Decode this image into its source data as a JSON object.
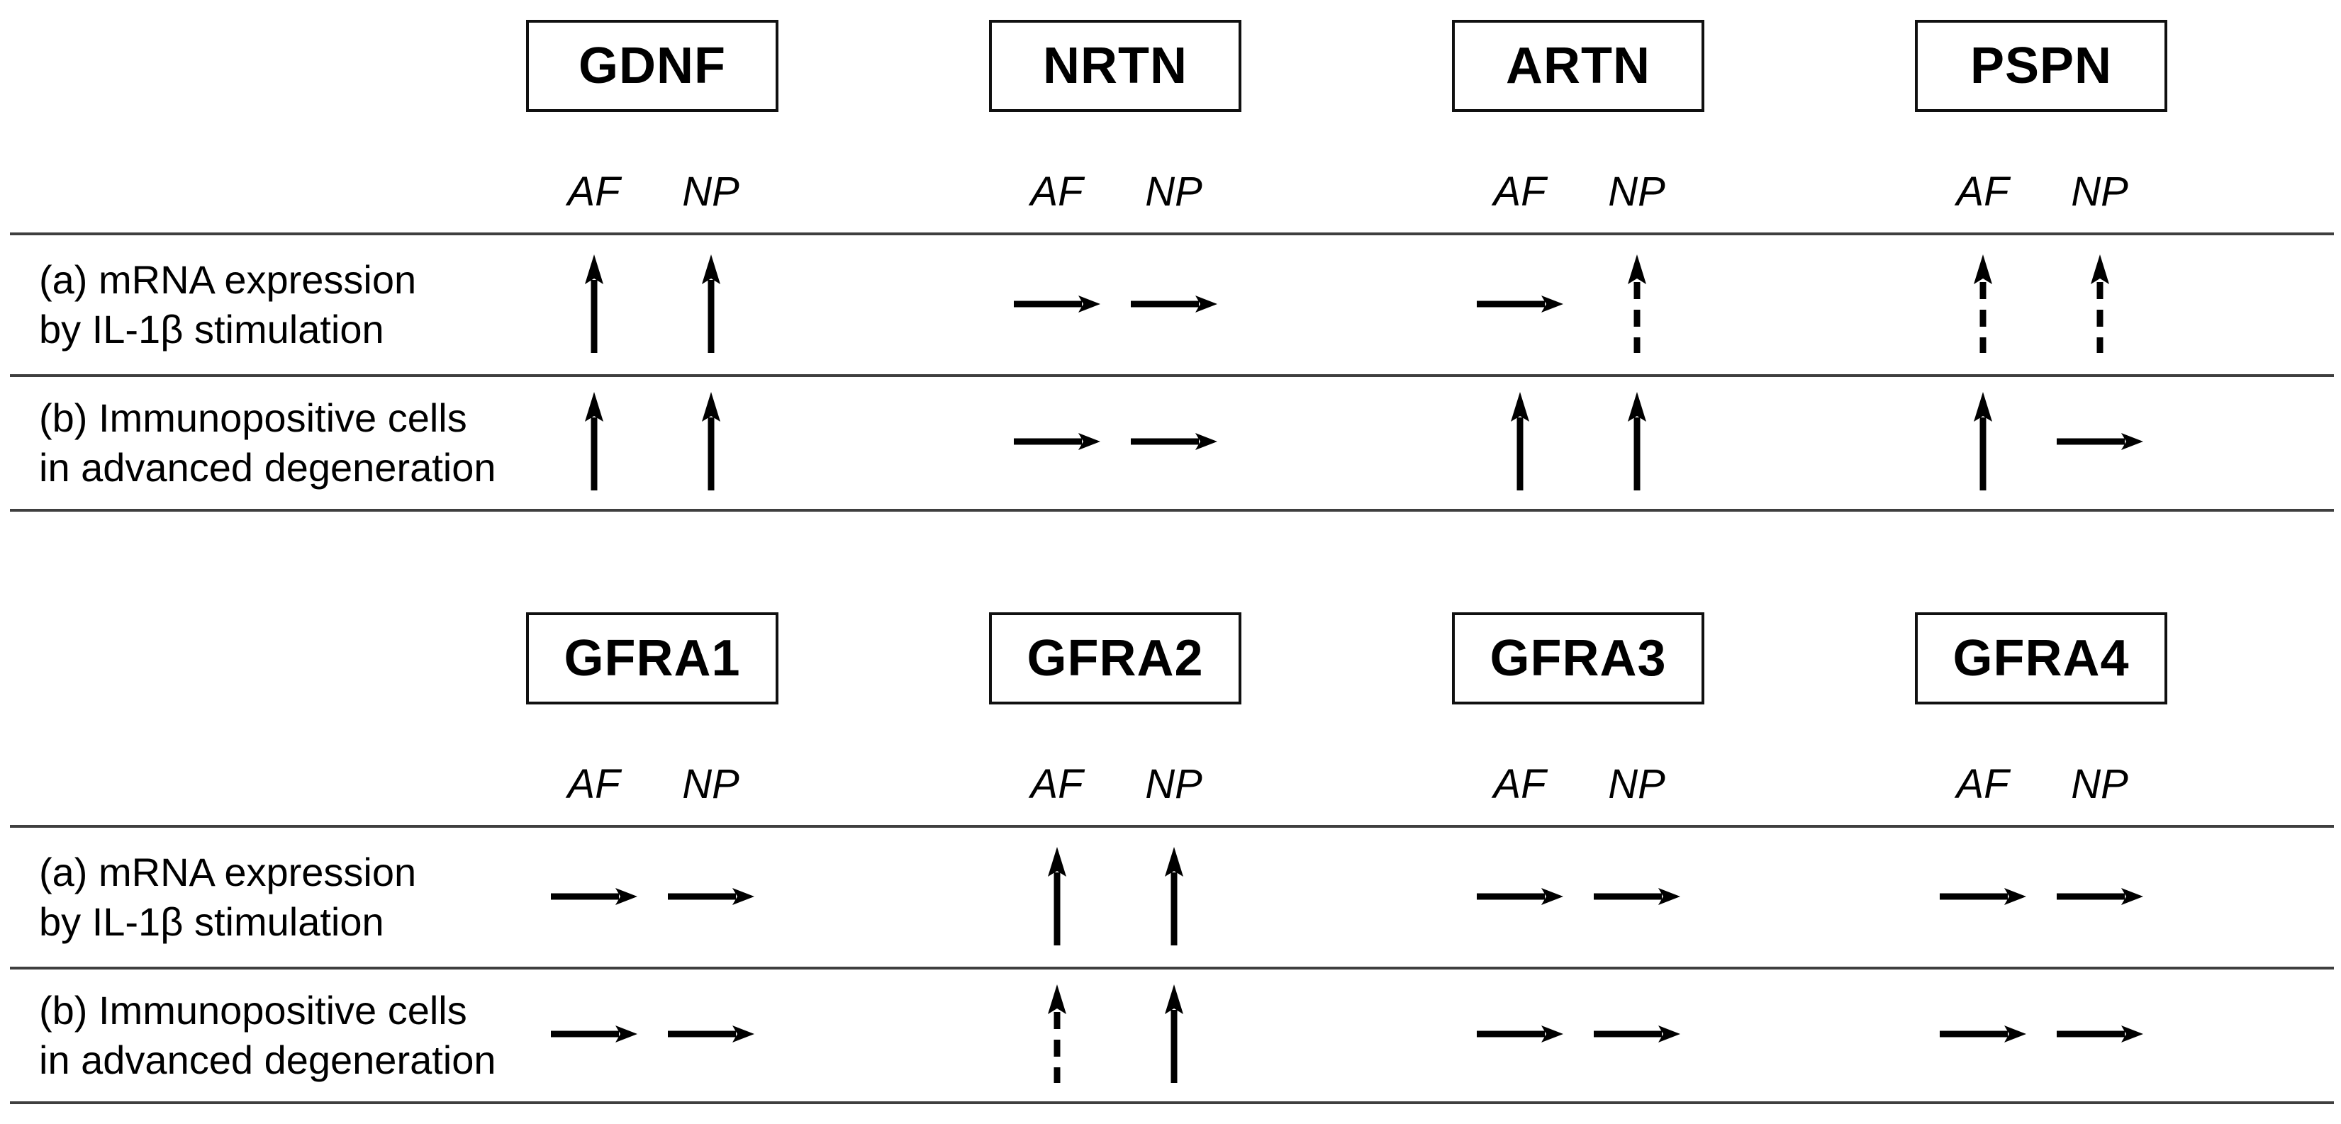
{
  "figure": {
    "column_subheaders": [
      "AF",
      "NP"
    ],
    "rows": [
      {
        "id": "a",
        "label_line1": "(a) mRNA expression",
        "label_line2": "by IL-1β stimulation"
      },
      {
        "id": "b",
        "label_line1": "(b) Immunopositive cells",
        "label_line2": "in advanced degeneration"
      }
    ],
    "arrow_legend": {
      "up": "solid up arrow",
      "up-dashed": "dashed up arrow",
      "right": "horizontal right arrow"
    },
    "tables": [
      {
        "id": "ligands",
        "genes": [
          {
            "name": "GDNF",
            "arrows": {
              "a": [
                "up",
                "up"
              ],
              "b": [
                "up",
                "up"
              ]
            }
          },
          {
            "name": "NRTN",
            "arrows": {
              "a": [
                "right",
                "right"
              ],
              "b": [
                "right",
                "right"
              ]
            }
          },
          {
            "name": "ARTN",
            "arrows": {
              "a": [
                "right",
                "up-dashed"
              ],
              "b": [
                "up",
                "up"
              ]
            }
          },
          {
            "name": "PSPN",
            "arrows": {
              "a": [
                "up-dashed",
                "up-dashed"
              ],
              "b": [
                "up",
                "right"
              ]
            }
          }
        ]
      },
      {
        "id": "receptors",
        "genes": [
          {
            "name": "GFRA1",
            "arrows": {
              "a": [
                "right",
                "right"
              ],
              "b": [
                "right",
                "right"
              ]
            }
          },
          {
            "name": "GFRA2",
            "arrows": {
              "a": [
                "up",
                "up"
              ],
              "b": [
                "up-dashed",
                "up"
              ]
            }
          },
          {
            "name": "GFRA3",
            "arrows": {
              "a": [
                "right",
                "right"
              ],
              "b": [
                "right",
                "right"
              ]
            }
          },
          {
            "name": "GFRA4",
            "arrows": {
              "a": [
                "right",
                "right"
              ],
              "b": [
                "right",
                "right"
              ]
            }
          }
        ]
      }
    ],
    "colors": {
      "foreground": "#000000",
      "background": "#ffffff",
      "divider": "#3f3f3f"
    }
  }
}
